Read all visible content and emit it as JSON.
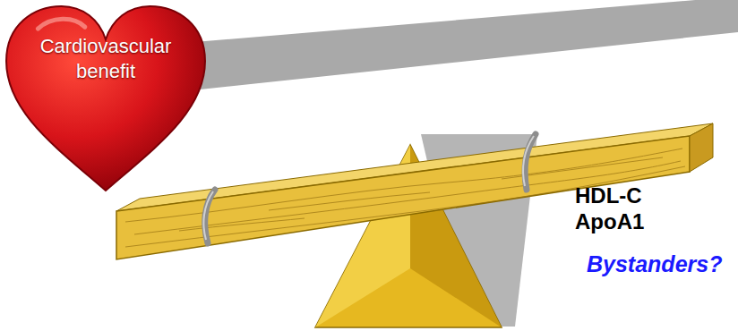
{
  "diagram": {
    "nodes": [
      {
        "text": [
          "Cardiovascular benefit"
        ]
      }
    ],
    "labels": [
      "HDL-C",
      "ApoA1",
      "Bystanders?"
    ]
  }
}
